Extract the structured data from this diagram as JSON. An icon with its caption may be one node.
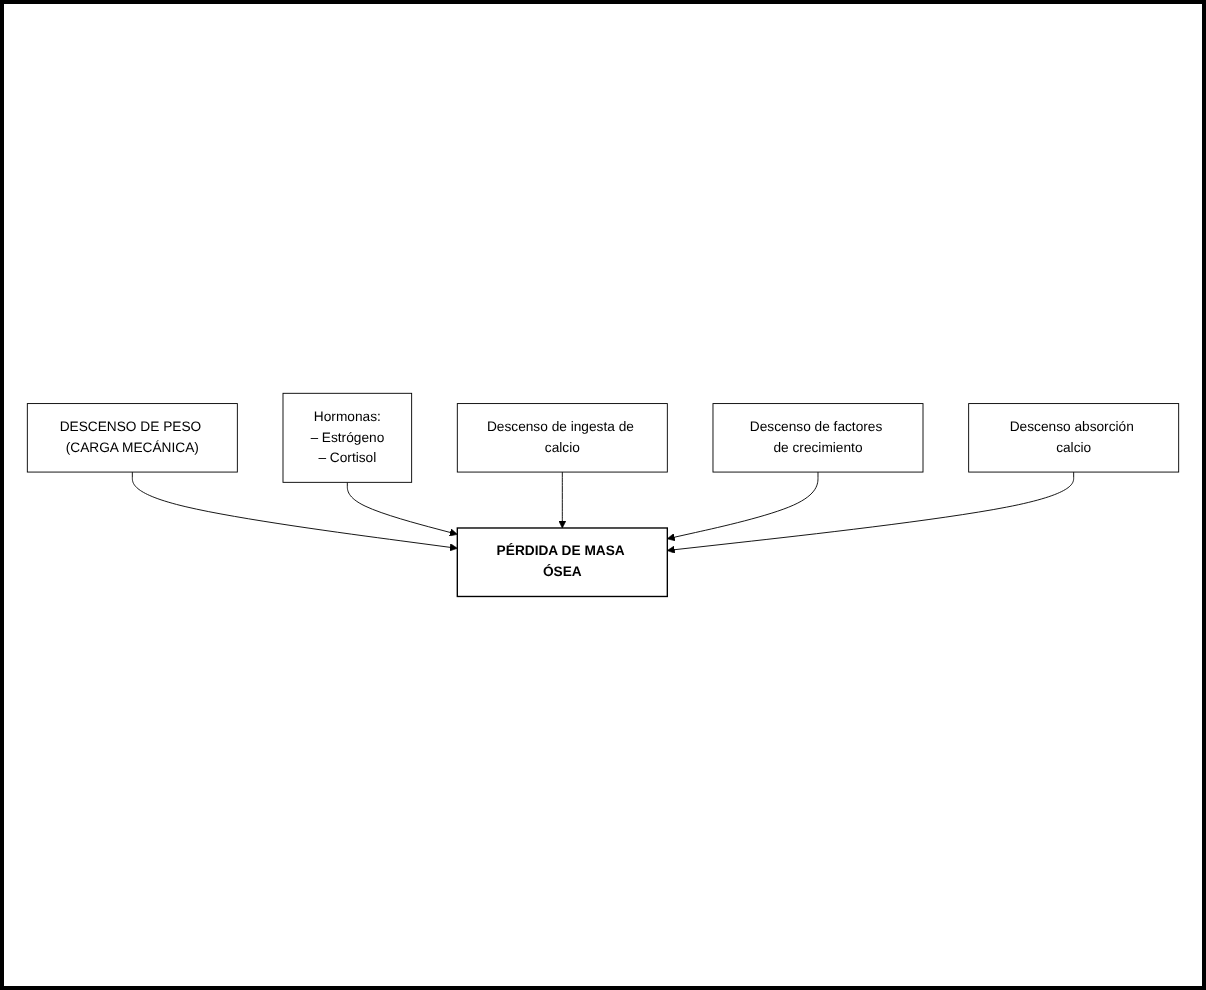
{
  "diagram": {
    "nodes": [
      {
        "text": [
          "DESCENSO DE PESO (CARGA MECÁNICA)"
        ]
      },
      {
        "text": [
          "Hormonas:",
          "– Estrógeno",
          "– Cortisol"
        ]
      },
      {
        "text": [
          "PÉRDIDA DE MASA ÓSEA"
        ]
      },
      {
        "text": [
          "Descenso de ingesta de calcio"
        ]
      },
      {
        "text": [
          "Descenso de factores de crecimiento"
        ]
      },
      {
        "text": [
          "Descenso absorción calcio"
        ]
      }
    ],
    "edges": [
      {
        "from": 0,
        "to": 2,
        "arrow": "to"
      },
      {
        "from": 1,
        "to": 2,
        "arrow": "to"
      },
      {
        "from": 3,
        "to": 2,
        "arrow": "to"
      },
      {
        "from": 4,
        "to": 2,
        "arrow": "to"
      },
      {
        "from": 5,
        "to": 2,
        "arrow": "to"
      }
    ]
  }
}
